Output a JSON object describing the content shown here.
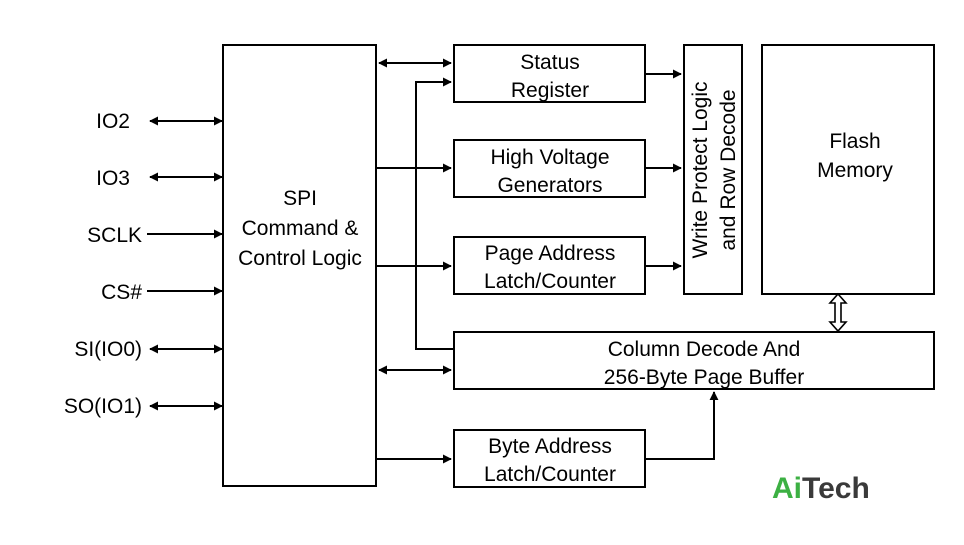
{
  "pins": [
    "IO2",
    "IO3",
    "SCLK",
    "CS#",
    "SI(IO0)",
    "SO(IO1)"
  ],
  "blocks": {
    "spi": [
      "SPI",
      "Command &",
      "Control Logic"
    ],
    "status": [
      "Status",
      "Register"
    ],
    "hv": [
      "High Voltage",
      "Generators"
    ],
    "page_addr": [
      "Page Address",
      "Latch/Counter"
    ],
    "byte_addr": [
      "Byte Address",
      "Latch/Counter"
    ],
    "write_protect": [
      "Write Protect Logic",
      "and Row Decode"
    ],
    "flash": [
      "Flash",
      "Memory"
    ],
    "column": [
      "Column Decode And",
      "256-Byte Page Buffer"
    ]
  },
  "logo": {
    "part1": "Ai",
    "part2": "Tech",
    "color1": "#3cb043",
    "color2": "#3a3a3a"
  }
}
